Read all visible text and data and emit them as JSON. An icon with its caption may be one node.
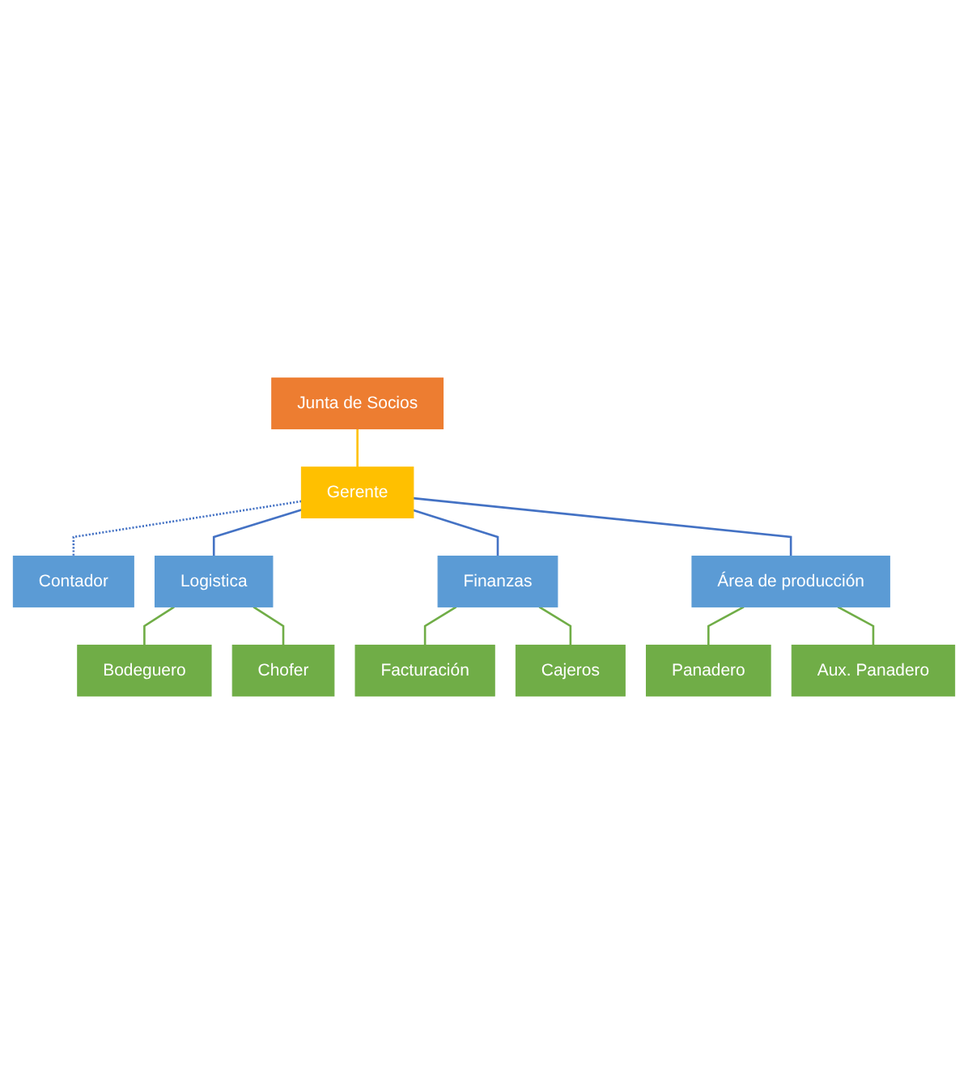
{
  "diagram": {
    "nodes": [
      {
        "text": [
          "Junta de Socios"
        ]
      },
      {
        "text": [
          "Gerente"
        ]
      },
      {
        "text": [
          "Contador"
        ]
      },
      {
        "text": [
          "Logistica"
        ]
      },
      {
        "text": [
          "Finanzas"
        ]
      },
      {
        "text": [
          "Área de producción"
        ]
      },
      {
        "text": [
          "Bodeguero"
        ]
      },
      {
        "text": [
          "Chofer"
        ]
      },
      {
        "text": [
          "Facturación"
        ]
      },
      {
        "text": [
          "Cajeros"
        ]
      },
      {
        "text": [
          "Panadero"
        ]
      },
      {
        "text": [
          "Aux. Panadero"
        ]
      }
    ],
    "edges": [
      {
        "from": 0,
        "to": 1,
        "arrow": "none",
        "color": "#ffc000"
      },
      {
        "from": 1,
        "to": 2,
        "arrow": "none",
        "style": "dashed",
        "color": "#4472c4"
      },
      {
        "from": 1,
        "to": 3,
        "arrow": "none",
        "color": "#4472c4"
      },
      {
        "from": 1,
        "to": 4,
        "arrow": "none",
        "color": "#4472c4"
      },
      {
        "from": 1,
        "to": 5,
        "arrow": "none",
        "color": "#4472c4"
      },
      {
        "from": 3,
        "to": 6,
        "arrow": "none"
      },
      {
        "from": 3,
        "to": 7,
        "arrow": "none"
      },
      {
        "from": 4,
        "to": 8,
        "arrow": "none"
      },
      {
        "from": 4,
        "to": 9,
        "arrow": "none"
      },
      {
        "from": 5,
        "to": 10,
        "arrow": "none"
      },
      {
        "from": 5,
        "to": 11,
        "arrow": "none"
      }
    ]
  }
}
